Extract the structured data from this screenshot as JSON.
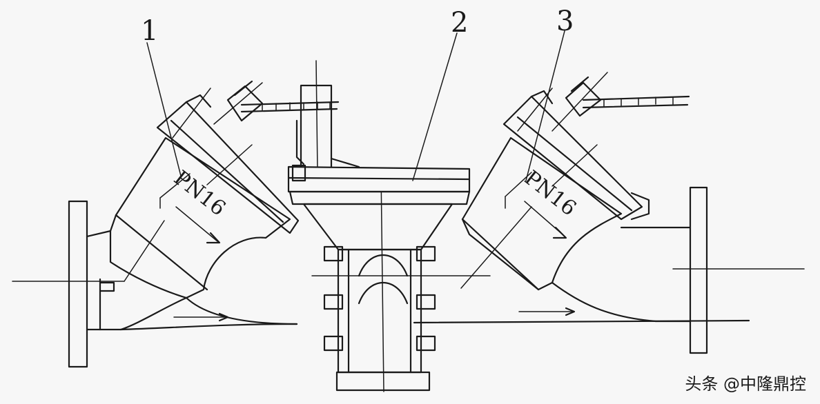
{
  "labels": {
    "callout_1": "1",
    "callout_2": "2",
    "callout_3": "3",
    "left_pressure_rating": "PN16",
    "right_pressure_rating": "PN16"
  },
  "watermark": "头条 @中隆鼎控"
}
